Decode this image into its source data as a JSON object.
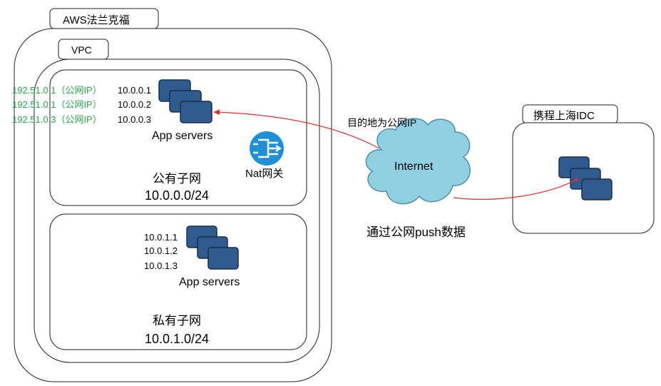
{
  "aws": {
    "label": "AWS法兰克福"
  },
  "vpc": {
    "label": "VPC"
  },
  "public_subnet": {
    "name": "公有子网",
    "cidr": "10.0.0.0/24",
    "public_ips": [
      "192.51.0.1（公网IP）",
      "192.51.0.1（公网IP）",
      "192.51.0.3（公网IP）"
    ],
    "private_ips": [
      "10.0.0.1",
      "10.0.0.2",
      "10.0.0.3"
    ],
    "servers_label": "App servers",
    "nat_label": "Nat网关"
  },
  "private_subnet": {
    "name": "私有子网",
    "cidr": "10.0.1.0/24",
    "ips": [
      "10.0.1.1",
      "10.0.1.2",
      "10.0.1.3"
    ],
    "servers_label": "App servers"
  },
  "internet": {
    "label": "Internet",
    "dest_note": "目的地为公网IP",
    "push_note": "通过公网push数据"
  },
  "idc": {
    "label": "携程上海IDC"
  },
  "colors": {
    "server_fill": "#2f5b8e",
    "server_stroke": "#1b2f4a",
    "cloud_fill": "#8fd0e3",
    "cloud_stroke": "#4f8fa8",
    "nat_fill": "#1f8fd6",
    "public_ip_text": "#2ca44e",
    "arrow": "#e03030"
  }
}
